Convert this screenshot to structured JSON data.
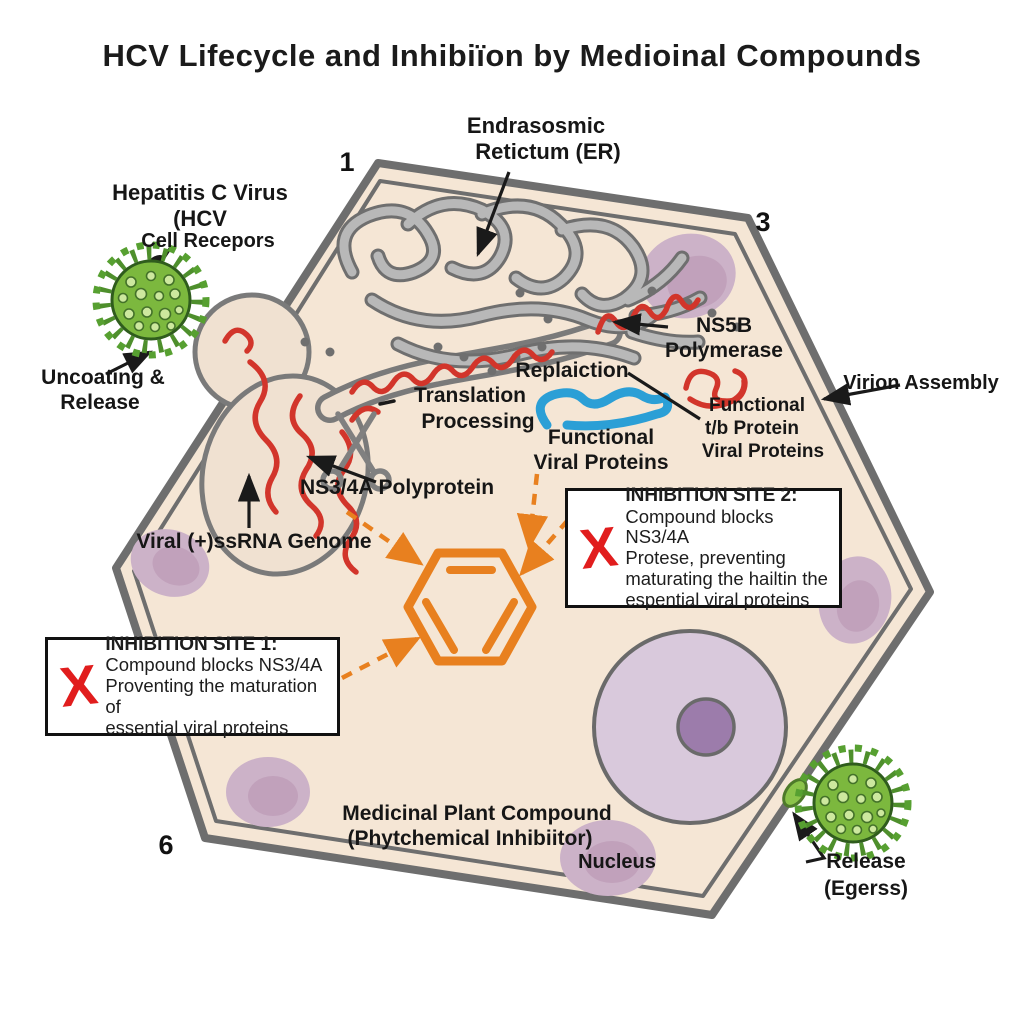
{
  "title": "HCV Lifecycle and Inhibiïon by Medioinal Compounds",
  "step_numbers": {
    "step1": "1",
    "step3": "3",
    "step6": "6"
  },
  "labels": {
    "virus_name_line1": "Hepatitis C Virus",
    "virus_name_line2": "(HCV",
    "cell_receptors": "Cell Recepors",
    "uncoating_line1": "Uncoating &",
    "uncoating_line2": "Release",
    "er_line1": "Endrasosmic",
    "er_line2": "Retictum (ER)",
    "ns5b_line1": "NS5B",
    "ns5b_line2": "Polymerase",
    "virion_assembly": "Virion Assembly",
    "replication": "Replaiction",
    "functional_center_line1": "Functional",
    "functional_center_line2": "Viral Proteins",
    "functional_right_line1": "Functional",
    "functional_right_line2": "t/b Protein",
    "functional_right_line3": "Viral Proteins",
    "translation_line1": "Translation",
    "translation_line2": "Processing",
    "ns34a_polyprotein": "NS3/4A Polyprotein",
    "rna_genome": "Viral (+)ssRNA Genome",
    "compound_line1": "Medicinal Plant Compound",
    "compound_line2": "(Phytchemical Inhibiitor)",
    "nucleus": "Nucleus",
    "release_line1": "Release",
    "release_line2": "(Egerss)"
  },
  "inhibition_boxes": {
    "site1": {
      "x_mark": "X",
      "title": "INHIBITION SITE 1:",
      "lines": [
        "Compound blocks NS3/4A",
        "Proventing the maturation of",
        "essential viral proteins"
      ]
    },
    "site2": {
      "x_mark": "X",
      "title": "INHIBITION SITE 2:",
      "lines": [
        "Compound blocks NS3/4A",
        "Protese, preventing",
        "maturating the hailtin the",
        "espential viral proteins"
      ]
    }
  },
  "colors": {
    "cell_fill": "#f5e6d5",
    "membrane_gray": "#6e6e6e",
    "virus_green": "#7cb83e",
    "rna_red": "#d2352b",
    "protein_blue": "#2b9fd6",
    "compound_orange": "#e8801f",
    "organelle_purple": "#cbb0c8",
    "nucleus_fill": "#d9c9dc",
    "nucleolus_purple": "#9c7cab",
    "inhibition_red": "#e11d1d"
  }
}
